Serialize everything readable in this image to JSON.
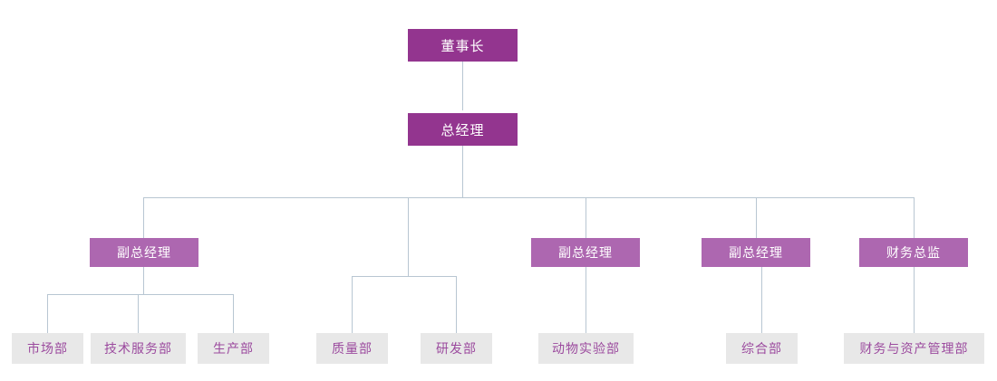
{
  "chart": {
    "type": "org-chart",
    "title": "",
    "orientation": "top-down",
    "colors": {
      "executive_fill": "#93358f",
      "vice_fill": "#ad67b0",
      "department_fill": "#e8e8e8",
      "department_text": "#9b4a9e",
      "connector": "#b8c6d2",
      "background": "#ffffff"
    },
    "levels": [
      {
        "level": 1,
        "nodes": [
          {
            "id": "chairman",
            "label": "董事长",
            "style": "executive"
          }
        ]
      },
      {
        "level": 2,
        "nodes": [
          {
            "id": "general-manager",
            "label": "总经理",
            "style": "executive",
            "parent": "chairman"
          }
        ]
      },
      {
        "level": 3,
        "nodes": [
          {
            "id": "vp-1",
            "label": "副总经理",
            "style": "vice",
            "parent": "general-manager"
          },
          {
            "id": "vp-2",
            "label": "副总经理",
            "style": "vice",
            "parent": "general-manager"
          },
          {
            "id": "vp-3",
            "label": "副总经理",
            "style": "vice",
            "parent": "general-manager"
          },
          {
            "id": "cfo",
            "label": "财务总监",
            "style": "vice",
            "parent": "general-manager"
          }
        ]
      },
      {
        "level": 4,
        "nodes": [
          {
            "id": "dept-marketing",
            "label": "市场部",
            "style": "department",
            "parent": "vp-1"
          },
          {
            "id": "dept-tech-service",
            "label": "技术服务部",
            "style": "department",
            "parent": "vp-1"
          },
          {
            "id": "dept-production",
            "label": "生产部",
            "style": "department",
            "parent": "vp-1"
          },
          {
            "id": "dept-quality",
            "label": "质量部",
            "style": "department",
            "parent": "general-manager"
          },
          {
            "id": "dept-rd",
            "label": "研发部",
            "style": "department",
            "parent": "general-manager"
          },
          {
            "id": "dept-animal-lab",
            "label": "动物实验部",
            "style": "department",
            "parent": "vp-2"
          },
          {
            "id": "dept-general-affairs",
            "label": "综合部",
            "style": "department",
            "parent": "vp-3"
          },
          {
            "id": "dept-finance-asset",
            "label": "财务与资产管理部",
            "style": "department",
            "parent": "cfo"
          }
        ]
      }
    ]
  },
  "nodes": {
    "chairman": "董事长",
    "general_manager": "总经理",
    "vp_1": "副总经理",
    "vp_2": "副总经理",
    "vp_3": "副总经理",
    "cfo": "财务总监",
    "dept_marketing": "市场部",
    "dept_tech_service": "技术服务部",
    "dept_production": "生产部",
    "dept_quality": "质量部",
    "dept_rd": "研发部",
    "dept_animal_lab": "动物实验部",
    "dept_general_affairs": "综合部",
    "dept_finance_asset": "财务与资产管理部"
  }
}
